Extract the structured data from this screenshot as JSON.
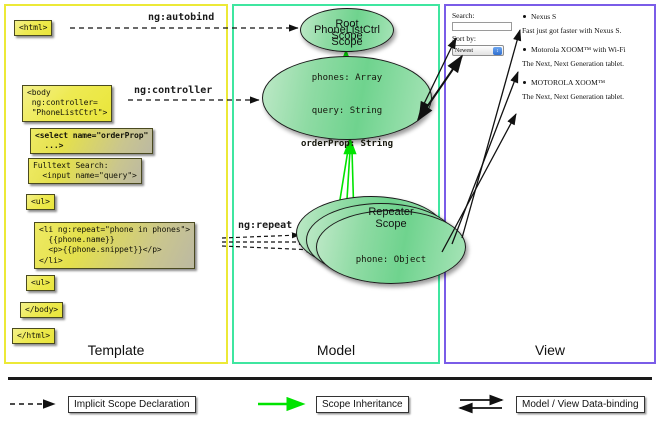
{
  "panels": {
    "template": {
      "label": "Template",
      "border_color": "#ece937"
    },
    "model": {
      "label": "Model",
      "border_color": "#3fe6a0"
    },
    "view": {
      "label": "View",
      "border_color": "#7a5ce8"
    }
  },
  "template_notes": [
    {
      "id": "html-open",
      "text": "<html>"
    },
    {
      "id": "body-open",
      "text": "<body\n ng:controller=\n \"PhoneListCtrl\">"
    },
    {
      "id": "select",
      "text": "<select name=\"orderProp\"\n  ...>"
    },
    {
      "id": "input",
      "text": "Fulltext Search:\n  <input name=\"query\">"
    },
    {
      "id": "ul-open",
      "text": "<ul>"
    },
    {
      "id": "li-repeat",
      "text": "<li ng:repeat=\"phone in phones\">\n  {{phone.name}}\n  <p>{{phone.snippet}}</p>\n</li>"
    },
    {
      "id": "ul-close",
      "text": "<ul>"
    },
    {
      "id": "body-close",
      "text": "</body>"
    },
    {
      "id": "html-close",
      "text": "</html>"
    }
  ],
  "connectors": {
    "autobind": "ng:autobind",
    "controller": "ng:controller",
    "repeat": "ng:repeat"
  },
  "scopes": {
    "root": {
      "title": "Root\nScope",
      "title_line1": "Root",
      "title_line2": "Scope",
      "props": ""
    },
    "controller": {
      "title_line1": "PhoneListCtrl",
      "title_line2": "Scope",
      "prop1": "phones: Array",
      "prop2": "query: String",
      "prop3": "orderProp: String"
    },
    "repeater": {
      "title_line1": "Repeater",
      "title_line2": "Scope",
      "prop1": "phone: Object"
    }
  },
  "view": {
    "search_label": "Search:",
    "search_value": "",
    "search_placeholder": "",
    "sort_label": "Sort by:",
    "sort_selected": "Newest",
    "sort_options": [
      "Newest"
    ],
    "phones": [
      {
        "name": "Nexus S",
        "snippet": "Fast just got faster with Nexus S."
      },
      {
        "name": "Motorola XOOM™ with Wi-Fi",
        "snippet": "The Next, Next Generation tablet."
      },
      {
        "name": "MOTOROLA XOOM™",
        "snippet": "The Next, Next Generation tablet."
      }
    ]
  },
  "legend": [
    {
      "id": "implicit",
      "label": "Implicit Scope Declaration",
      "style": "dashed-arrow",
      "color": "#1a1a1a"
    },
    {
      "id": "inheritance",
      "label": "Scope Inheritance",
      "style": "green-arrow",
      "color": "#00e300"
    },
    {
      "id": "databinding",
      "label": "Model / View Data-binding",
      "style": "double-arrow",
      "color": "#1a1a1a"
    }
  ]
}
